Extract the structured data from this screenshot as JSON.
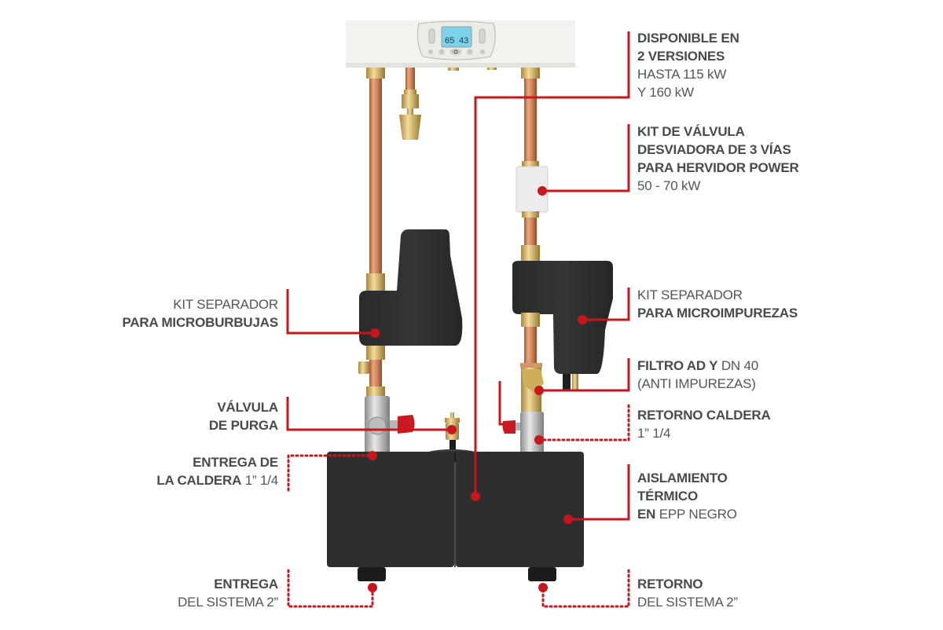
{
  "diagram": {
    "title": "Hydraulic kit for boiler – component callouts",
    "accent_color": "#c8161d",
    "text_color": "#4a4a4a",
    "boiler_display": {
      "left_value": "65",
      "right_value": "43",
      "screen_color": "#7ad3ea"
    },
    "callouts": {
      "versions": {
        "lines": [
          {
            "bold": "DISPONIBLE EN",
            "light": ""
          },
          {
            "bold": "2 VERSIONES",
            "light": ""
          },
          {
            "bold": "",
            "light": "HASTA 115 kW"
          },
          {
            "bold": "",
            "light": "Y 160 kW"
          }
        ]
      },
      "diverter_valve": {
        "lines": [
          {
            "bold": "KIT DE VÁLVULA",
            "light": ""
          },
          {
            "bold": "DESVIADORA DE 3 VÍAS",
            "light": ""
          },
          {
            "bold": "PARA HERVIDOR POWER",
            "light": ""
          },
          {
            "bold": "",
            "light": "50 - 70 kW"
          }
        ]
      },
      "microimpurities": {
        "lines": [
          {
            "bold": "",
            "light": "KIT SEPARADOR"
          },
          {
            "bold": "PARA MICROIMPUREZAS",
            "light": ""
          }
        ]
      },
      "filter": {
        "lines": [
          {
            "bold": "FILTRO AD Y",
            "light": " DN 40"
          },
          {
            "bold": "",
            "light": "(ANTI IMPUREZAS)"
          }
        ]
      },
      "boiler_return": {
        "lines": [
          {
            "bold": "RETORNO CALDERA",
            "light": ""
          },
          {
            "bold": "",
            "light": " 1” 1/4"
          }
        ]
      },
      "insulation": {
        "lines": [
          {
            "bold": "AISLAMIENTO",
            "light": ""
          },
          {
            "bold": "TÉRMICO",
            "light": ""
          },
          {
            "bold": "EN",
            "light": " EPP NEGRO"
          }
        ]
      },
      "system_return": {
        "lines": [
          {
            "bold": "RETORNO",
            "light": ""
          },
          {
            "bold": "",
            "light": "DEL SISTEMA 2”"
          }
        ]
      },
      "microbubbles": {
        "lines": [
          {
            "bold": "",
            "light": "KIT SEPARADOR"
          },
          {
            "bold": "PARA MICROBURBUJAS",
            "light": ""
          }
        ]
      },
      "purge_valve": {
        "lines": [
          {
            "bold": "VÁLVULA",
            "light": ""
          },
          {
            "bold": "DE PURGA",
            "light": ""
          }
        ]
      },
      "boiler_delivery": {
        "lines": [
          {
            "bold": "ENTREGA DE",
            "light": ""
          },
          {
            "bold": "LA CALDERA",
            "light": " 1” 1/4"
          }
        ]
      },
      "system_delivery": {
        "lines": [
          {
            "bold": "ENTREGA",
            "light": ""
          },
          {
            "bold": "",
            "light": "DEL SISTEMA 2”"
          }
        ]
      }
    }
  }
}
